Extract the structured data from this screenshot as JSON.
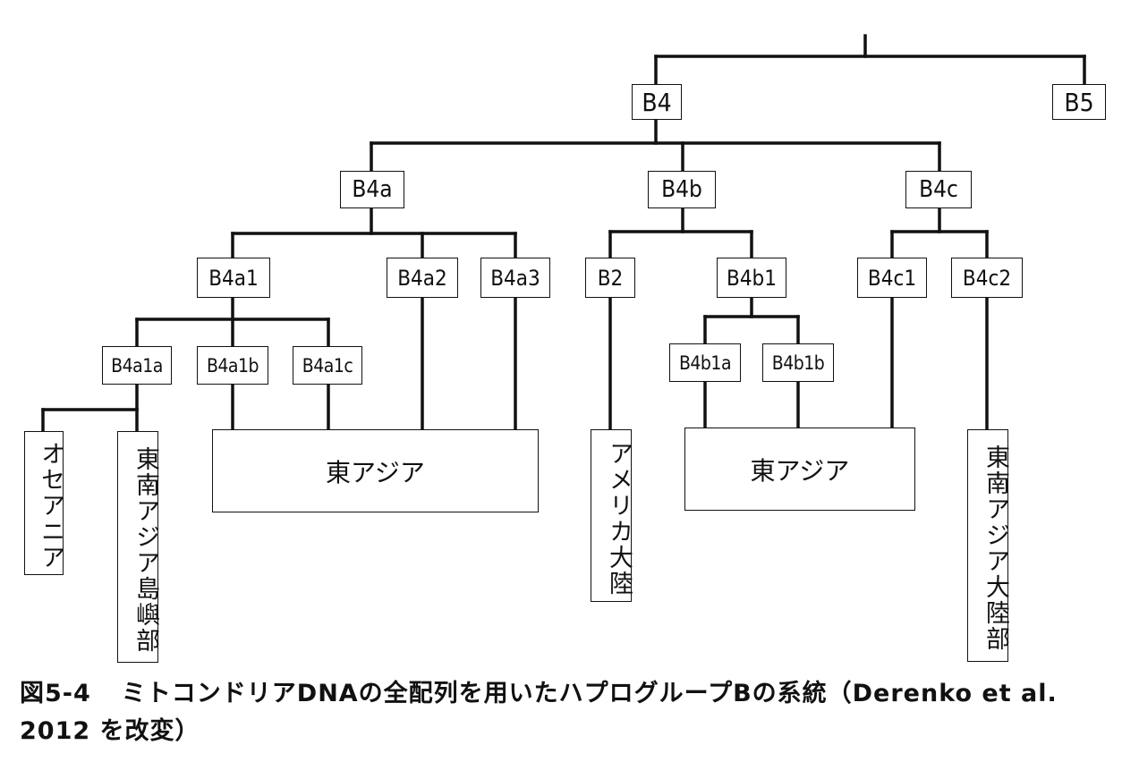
{
  "nodes": {
    "B4": "B4",
    "B5": "B5",
    "B4a": "B4a",
    "B4b": "B4b",
    "B4c": "B4c",
    "B4a1": "B4a1",
    "B4a2": "B4a2",
    "B4a3": "B4a3",
    "B2": "B2",
    "B4b1": "B4b1",
    "B4c1": "B4c1",
    "B4c2": "B4c2",
    "B4a1a": "B4a1a",
    "B4a1b": "B4a1b",
    "B4a1c": "B4a1c",
    "B4b1a": "B4b1a",
    "B4b1b": "B4b1b"
  },
  "regions": {
    "oceania": "オセアニア",
    "se_asia_islands": "東南アジア島嶼部",
    "east_asia_1": "東アジア",
    "americas": "アメリカ大陸",
    "east_asia_2": "東アジア",
    "se_asia_mainland": "東南アジア大陸部"
  },
  "caption": {
    "figure_number": "図5-4",
    "text": "ミトコンドリアDNAの全配列を用いたハプログループBの系統（Derenko et al. 2012 を改変）"
  }
}
